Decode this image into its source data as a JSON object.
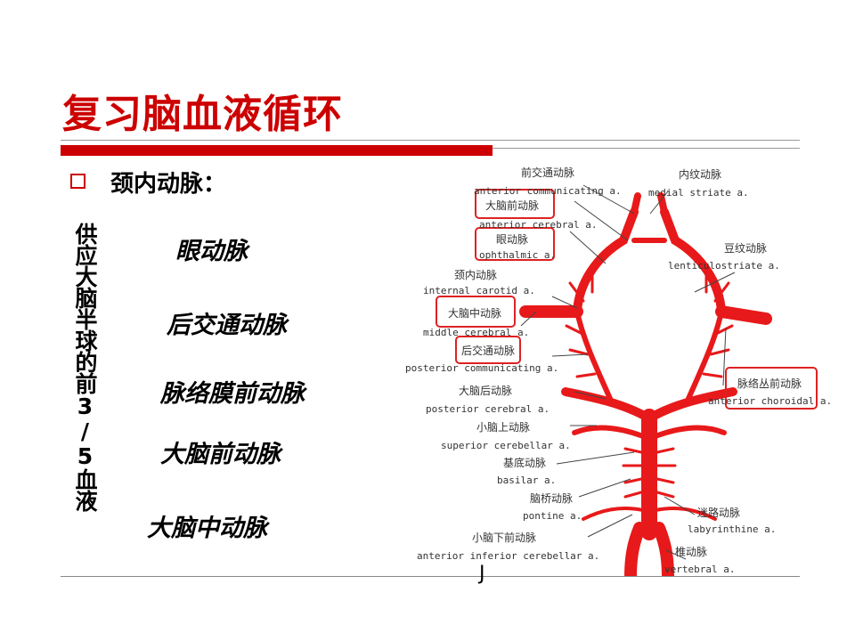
{
  "slide": {
    "title": "复习脑血液循环",
    "bullet": "颈内动脉：",
    "vertical_note": "供应大脑半球的前3/5血液",
    "arteries": [
      "眼动脉",
      "后交通动脉",
      "脉络膜前动脉",
      "大脑前动脉",
      "大脑中动脉"
    ],
    "stray_mark": "J"
  },
  "diagram": {
    "labels": {
      "acom_cn": "前交通动脉",
      "acom_en": "anterior communicating a.",
      "aca_cn": "大脑前动脉",
      "aca_en": "anterior cerebral a.",
      "oph_cn": "眼动脉",
      "oph_en": "ophthalmic a.",
      "ica_cn": "颈内动脉",
      "ica_en": "internal carotid a.",
      "mca_cn": "大脑中动脉",
      "mca_en": "middle cerebral a.",
      "pcom_cn": "后交通动脉",
      "pcom_en": "posterior communicating a.",
      "pca_cn": "大脑后动脉",
      "pca_en": "posterior cerebral a.",
      "sca_cn": "小脑上动脉",
      "sca_en": "superior cerebellar a.",
      "basilar_cn": "基底动脉",
      "basilar_en": "basilar a.",
      "pontine_cn": "脑桥动脉",
      "pontine_en": "pontine a.",
      "aica_cn": "小脑下前动脉",
      "aica_en": "anterior inferior cerebellar a.",
      "mstriate_cn": "内纹动脉",
      "mstriate_en": "medial striate a.",
      "lentic_cn": "豆纹动脉",
      "lentic_en": "lenticulostriate a.",
      "achor_cn": "脉络丛前动脉",
      "achor_en": "anterior choroidal a.",
      "labyr_cn": "迷路动脉",
      "labyr_en": "labyrinthine a.",
      "vert_cn": "椎动脉",
      "vert_en": "vertebral a."
    },
    "colors": {
      "artery": "#e8191a",
      "highlight": "#dd2222",
      "leader": "#444444",
      "text": "#333333"
    }
  }
}
